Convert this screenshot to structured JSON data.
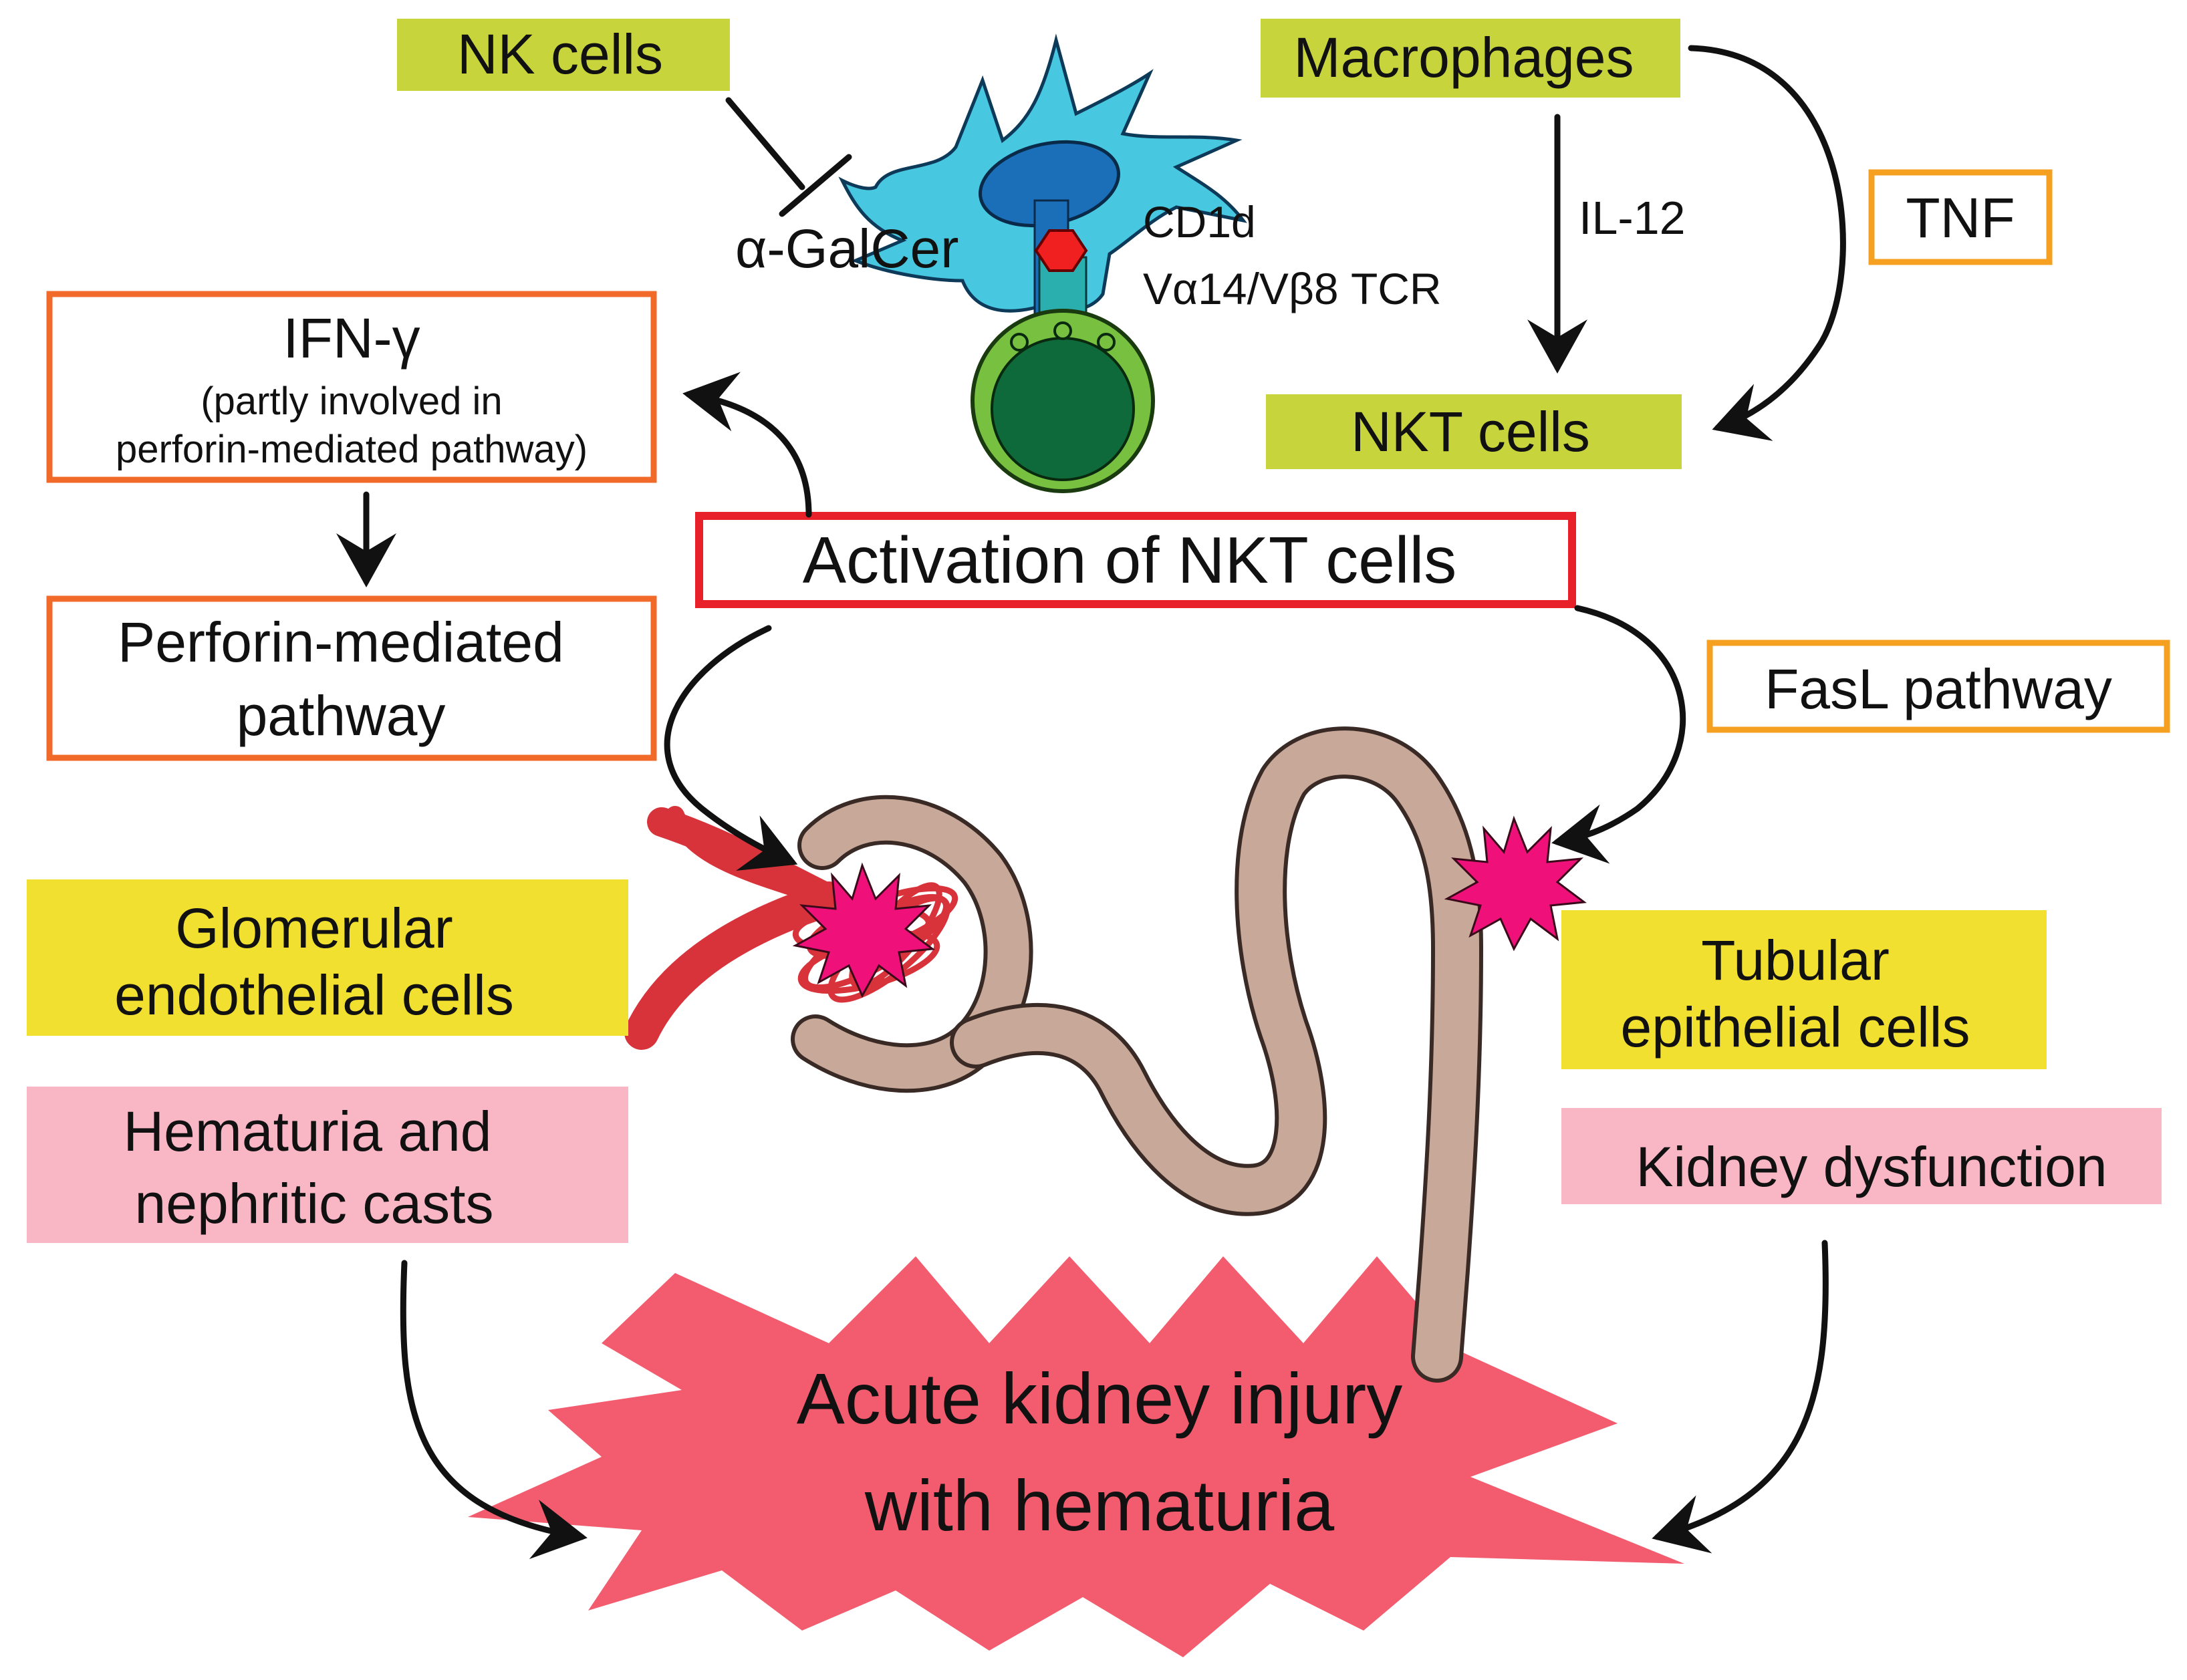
{
  "labels": {
    "nk_cells": "NK cells",
    "macrophages": "Macrophages",
    "galcer": "α-GalCer",
    "cd1d": "CD1d",
    "tcr": "Vα14/Vβ8 TCR",
    "il12": "IL-12",
    "tnf": "TNF",
    "nkt_cells": "NKT cells",
    "ifn_title": "IFN-γ",
    "ifn_note_1": "(partly involved in",
    "ifn_note_2": "perforin-mediated pathway)",
    "perforin_1": "Perforin-mediated",
    "perforin_2": "pathway",
    "activation": "Activation of NKT cells",
    "fasl": "FasL pathway",
    "glomerular_1": "Glomerular",
    "glomerular_2": "endothelial cells",
    "tubular_1": "Tubular",
    "tubular_2": "epithelial cells",
    "hematuria_1": "Hematuria  and",
    "hematuria_2": "nephritic casts",
    "kidney_dys": "Kidney dysfunction",
    "aki_1": "Acute kidney injury",
    "aki_2": "with hematuria"
  },
  "colors": {
    "lime_box": "#c8d43c",
    "yellow_box": "#f2e030",
    "pink_box": "#f9b6c4",
    "orange_border": "#f26a2a",
    "tnf_border": "#f5a020",
    "red_border": "#e8202a",
    "burst": "#f25c6e",
    "tubule": "#c8a898",
    "vessel": "#d8323a",
    "cell_cyan": "#48c8e0",
    "nucleus": "#1a6fb8",
    "nkt_outer": "#78c040",
    "nkt_inner": "#0e6a3a",
    "star": "#f0107a"
  }
}
